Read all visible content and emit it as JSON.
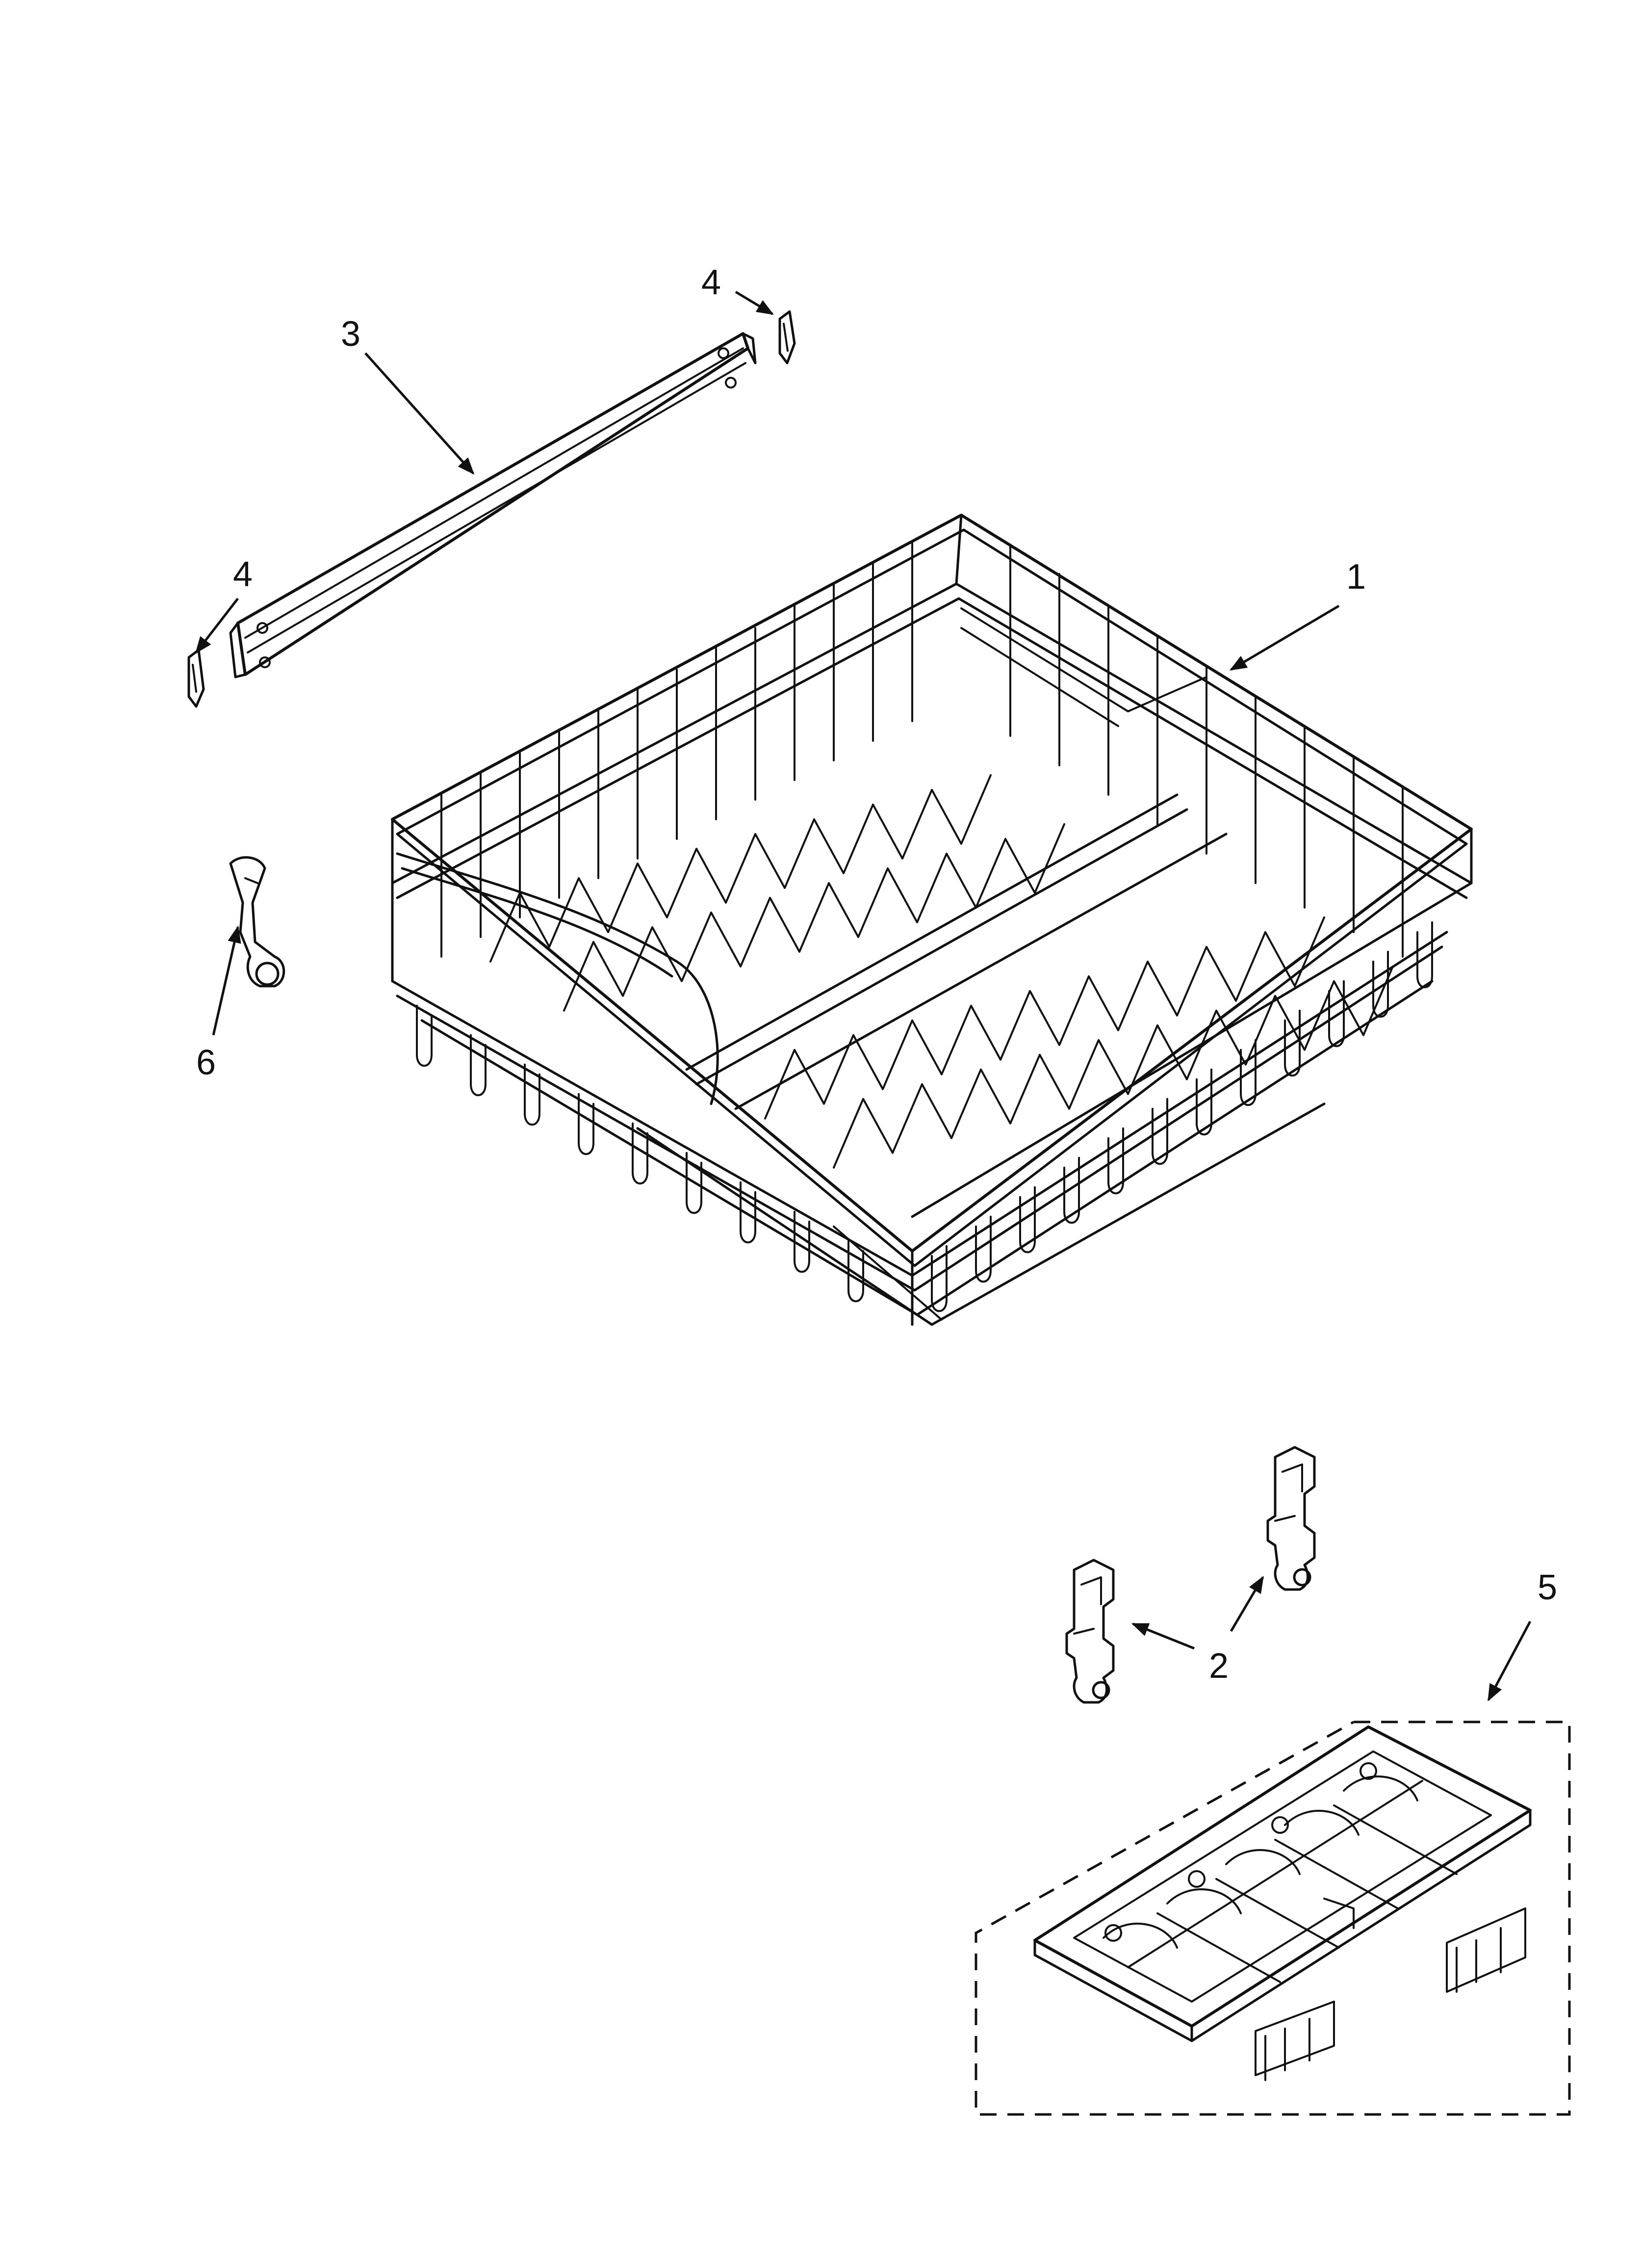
{
  "callouts": [
    {
      "id": "1",
      "label": "1"
    },
    {
      "id": "2",
      "label": "2"
    },
    {
      "id": "3",
      "label": "3"
    },
    {
      "id": "4a",
      "label": "4"
    },
    {
      "id": "4b",
      "label": "4"
    },
    {
      "id": "5",
      "label": "5"
    },
    {
      "id": "6",
      "label": "6"
    }
  ],
  "colors": {
    "ink": "#111111",
    "background": "#ffffff"
  }
}
